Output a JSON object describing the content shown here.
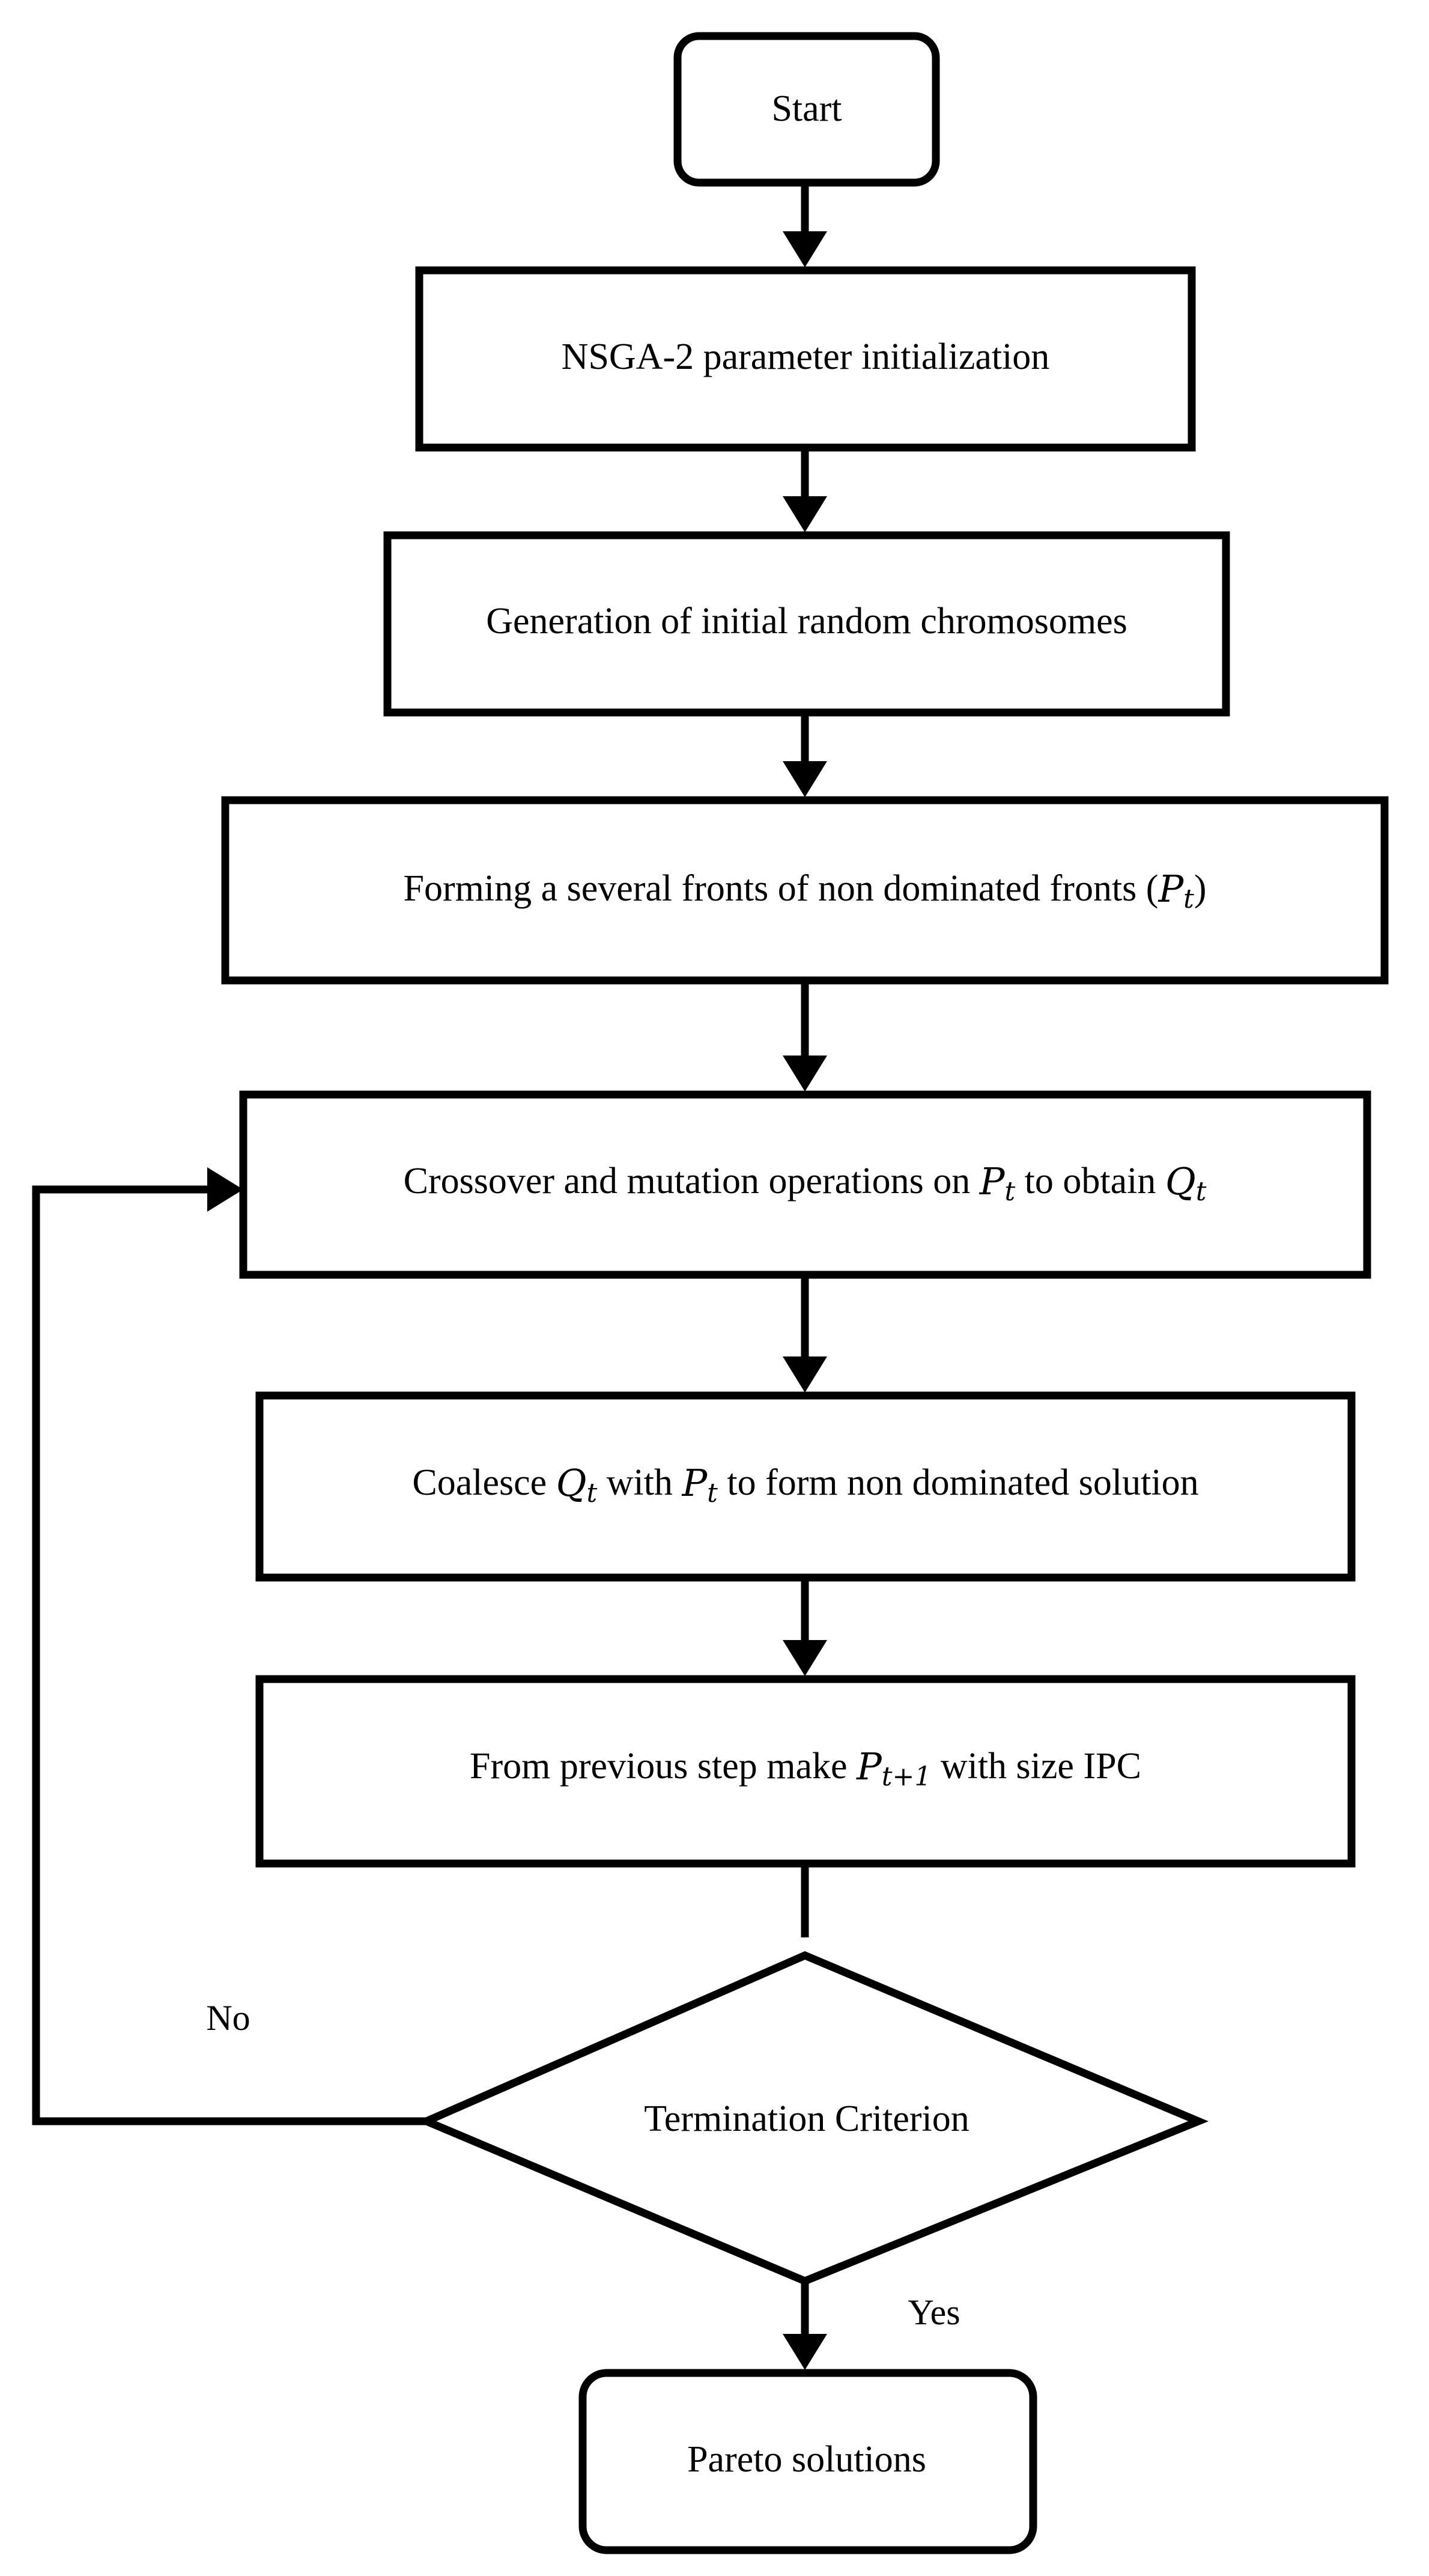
{
  "nodes": {
    "start": {
      "label": "Start"
    },
    "init": {
      "label": "NSGA-2 parameter initialization"
    },
    "generation": {
      "label": "Generation of initial random chromosomes"
    },
    "fronts": {
      "text": "Forming a several fronts of non dominated fronts ",
      "open": "(",
      "p": "P",
      "sub": "t",
      "close": ")"
    },
    "crossover": {
      "text1": "Crossover and mutation operations on ",
      "p": "P",
      "p_sub": "t",
      "text2": " to obtain ",
      "q": "Q",
      "q_sub": "t"
    },
    "coalesce": {
      "text1": "Coalesce ",
      "q": "Q",
      "q_sub": "t",
      "text2": " with ",
      "p": "P",
      "p_sub": "t",
      "text3": " to form non dominated solution"
    },
    "next_pop": {
      "text1": "From previous step make ",
      "p": "P",
      "p_sub": "t+1",
      "text2": " with size IPC"
    },
    "termination": {
      "label": "Termination Criterion"
    },
    "pareto": {
      "label": "Pareto solutions"
    }
  },
  "edges": {
    "no_label": "No",
    "yes_label": "Yes"
  },
  "colors": {
    "stroke": "#000000",
    "background": "#ffffff"
  }
}
